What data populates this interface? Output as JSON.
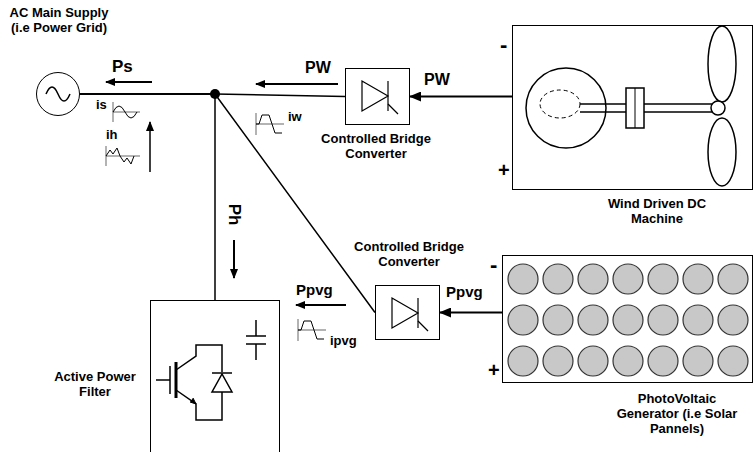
{
  "diagram": {
    "nodes": [
      {
        "text": [
          "AC Main Supply (i.e Power Grid)"
        ]
      },
      {
        "text": [
          "Controlled Bridge Converter"
        ]
      },
      {
        "text": [
          "Wind Driven DC Machine"
        ]
      },
      {
        "text": [
          "Controlled Bridge Converter"
        ]
      },
      {
        "text": [
          "PhotoVoltaic Generator (i.e Solar Pannels)"
        ]
      },
      {
        "text": [
          "Active Power Filter"
        ]
      }
    ],
    "edges": [
      {
        "from": 1,
        "to": 0,
        "arrow": "none"
      },
      {
        "from": 3,
        "to": 0,
        "arrow": "none"
      },
      {
        "from": 5,
        "to": 0,
        "arrow": "none"
      },
      {
        "from": 2,
        "to": 1,
        "arrow": "to"
      },
      {
        "from": 4,
        "to": 3,
        "arrow": "to"
      }
    ],
    "labels": [
      "Ps",
      "is",
      "ih",
      "Ph",
      "PW",
      "iw",
      "PW",
      "Ppvg",
      "ipvg",
      "Ppvg",
      "-",
      "+",
      "-",
      "+"
    ]
  }
}
